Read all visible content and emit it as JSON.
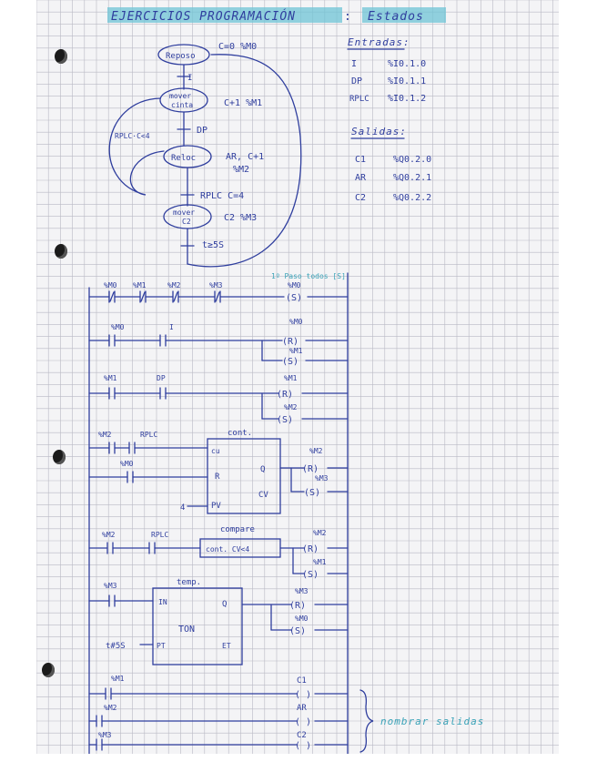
{
  "title": {
    "main": "EJERCICIOS PROGRAMACIÓN",
    "tag": "Estados"
  },
  "state_diagram": {
    "states": [
      {
        "label": "Reposo",
        "note": "C=0 %M0"
      },
      {
        "label": "mover\ncinta",
        "note": "C+1 %M1"
      },
      {
        "label": "Reloc",
        "note": "AR, C+1\n%M2"
      },
      {
        "label": "mover\nC2",
        "note": "C2 %M3"
      }
    ],
    "transitions": {
      "t1": "I",
      "t2": "DP",
      "loop": "RPLC·C<4",
      "t3": "RPLC  C=4",
      "t4": "t≥5S"
    }
  },
  "io": {
    "inputs_header": "Entradas:",
    "inputs": [
      {
        "name": "I",
        "addr": "%I0.1.0"
      },
      {
        "name": "DP",
        "addr": "%I0.1.1"
      },
      {
        "name": "RPLC",
        "addr": "%I0.1.2"
      }
    ],
    "outputs_header": "Salidas:",
    "outputs": [
      {
        "name": "C1",
        "addr": "%Q0.2.0"
      },
      {
        "name": "AR",
        "addr": "%Q0.2.1"
      },
      {
        "name": "C2",
        "addr": "%Q0.2.2"
      }
    ]
  },
  "ladder": {
    "note_top": "1º Paso todos [S]",
    "rung1": {
      "contacts": [
        "%M0",
        "%M1",
        "%M2",
        "%M3"
      ],
      "coil_addr": "%M0",
      "coil": "(S)"
    },
    "rung2": {
      "contacts": [
        "%M0",
        "I"
      ],
      "coils": [
        {
          "addr": "%M0",
          "type": "(R)"
        },
        {
          "addr": "%M1",
          "type": "(S)"
        }
      ]
    },
    "rung3": {
      "contacts": [
        "%M1",
        "DP"
      ],
      "coils": [
        {
          "addr": "%M1",
          "type": "(R)"
        },
        {
          "addr": "%M2",
          "type": "(S)"
        }
      ]
    },
    "rung4": {
      "contacts": [
        "%M2",
        "RPLC"
      ],
      "contact2": "%M0",
      "block_title": "cont.",
      "pins": {
        "cu": "cu",
        "r": "R",
        "pv": "PV",
        "q": "Q",
        "cv": "CV",
        "pv_value": "4"
      },
      "coils": [
        {
          "addr": "%M2",
          "type": "(R)"
        },
        {
          "addr": "%M3",
          "type": "(S)"
        }
      ]
    },
    "rung5": {
      "contacts": [
        "%M2",
        "RPLC"
      ],
      "compare_title": "compare",
      "compare_expr": "cont. CV<4",
      "coils": [
        {
          "addr": "%M2",
          "type": "(R)"
        },
        {
          "addr": "%M1",
          "type": "(S)"
        }
      ]
    },
    "rung6": {
      "contact": "%M3",
      "block_title": "temp.",
      "pins": {
        "in": "IN",
        "pt": "PT",
        "q": "Q",
        "et": "ET",
        "type": "TON",
        "pt_value": "t#5S"
      },
      "coils": [
        {
          "addr": "%M3",
          "type": "(R)"
        },
        {
          "addr": "%M0",
          "type": "(S)"
        }
      ]
    },
    "outputs": [
      {
        "contact": "%M1",
        "coil_name": "C1",
        "coil": "( )"
      },
      {
        "contact": "%M2",
        "coil_name": "AR",
        "coil": "( )"
      },
      {
        "contact": "%M3",
        "coil_name": "C2",
        "coil": "( )"
      }
    ],
    "outputs_note": "nombrar salidas"
  },
  "colors": {
    "ink": "#2f3e9e",
    "highlight": "#3aa3b8",
    "grid": "#b9b9c4"
  }
}
